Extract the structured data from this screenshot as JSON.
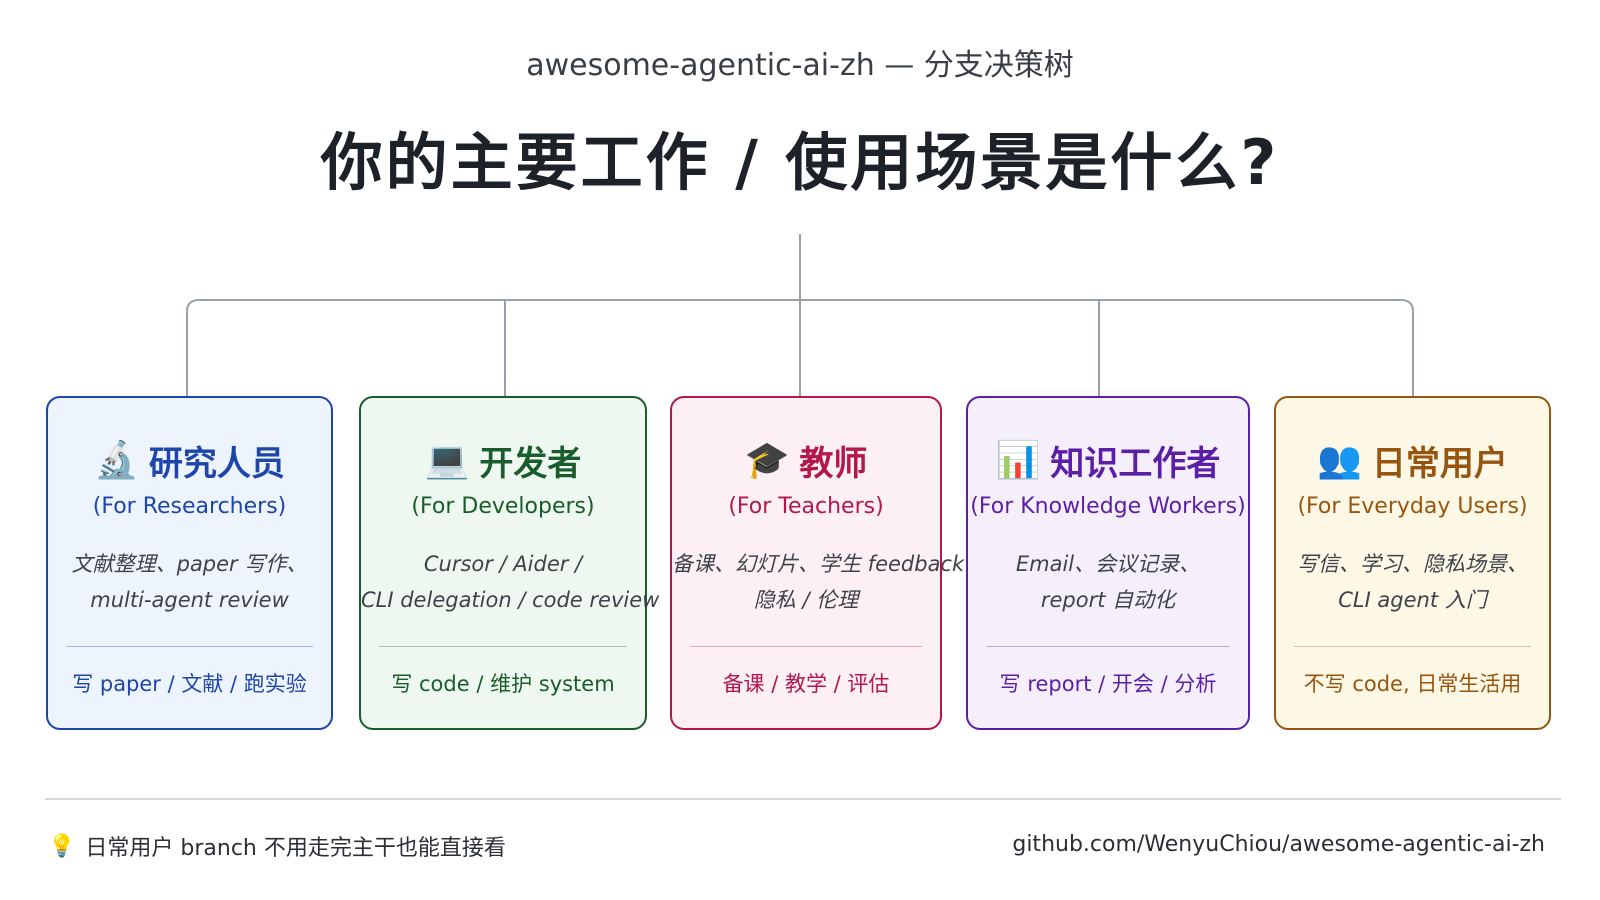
{
  "header": {
    "subtitle": "awesome-agentic-ai-zh — 分支决策树",
    "title": "你的主要工作 / 使用场景是什么?"
  },
  "branches": [
    {
      "emoji": "🔬",
      "title": "研究人员",
      "subtitle": "(For Researchers)",
      "desc_line1": "文献整理、paper 写作、",
      "desc_line2": "multi-agent review",
      "tag": "写 paper / 文献 / 跑实验",
      "color": "#1d46a8",
      "bg": "#eef4fe"
    },
    {
      "emoji": "💻",
      "title": "开发者",
      "subtitle": "(For Developers)",
      "desc_line1": "Cursor / Aider /",
      "desc_line2": "CLI delegation / code review",
      "tag": "写 code / 维护 system",
      "color": "#1a5c2c",
      "bg": "#eef8f0"
    },
    {
      "emoji": "🎓",
      "title": "教师",
      "subtitle": "(For Teachers)",
      "desc_line1": "备课、幻灯片、学生 feedback、",
      "desc_line2": "隐私 / 伦理",
      "tag": "备课 / 教学 / 评估",
      "color": "#b3174b",
      "bg": "#fdf0f4"
    },
    {
      "emoji": "📊",
      "title": "知识工作者",
      "subtitle": "(For Knowledge Workers)",
      "desc_line1": "Email、会议记录、",
      "desc_line2": "report 自动化",
      "tag": "写 report / 开会 / 分析",
      "color": "#5b1fa6",
      "bg": "#f5effc"
    },
    {
      "emoji": "👥",
      "title": "日常用户",
      "subtitle": "(For Everyday Users)",
      "desc_line1": "写信、学习、隐私场景、",
      "desc_line2": "CLI agent 入门",
      "tag": "不写 code, 日常生活用",
      "color": "#97560f",
      "bg": "#fdf7e6"
    }
  ],
  "footer": {
    "emoji": "💡",
    "note": "日常用户 branch 不用走完主干也能直接看",
    "link": "github.com/WenyuChiou/awesome-agentic-ai-zh"
  },
  "colors": {
    "connector": "#9aa1aa",
    "divider": "#d4d7dc"
  }
}
